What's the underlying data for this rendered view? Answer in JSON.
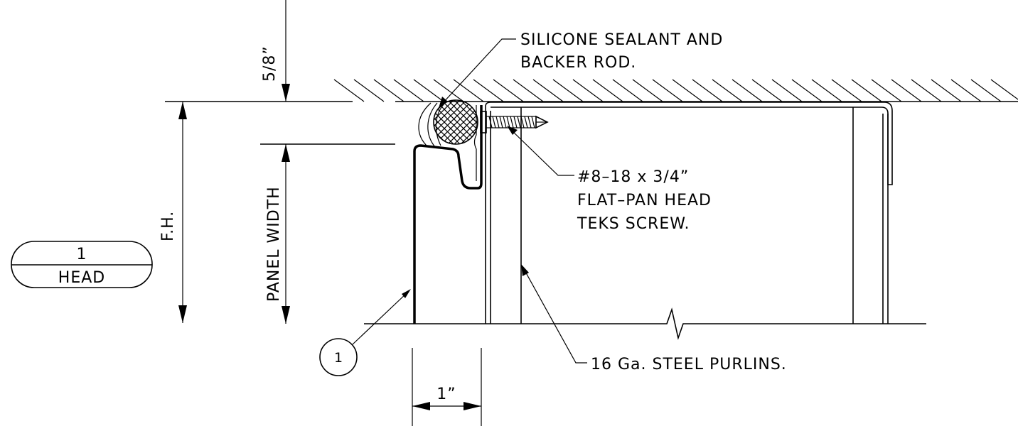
{
  "callouts": {
    "sealant_line1": "SILICONE SEALANT AND",
    "sealant_line2": "BACKER ROD.",
    "screw_line1": "#8–18 x 3/4”",
    "screw_line2": "FLAT–PAN HEAD",
    "screw_line3": "TEKS SCREW.",
    "purlins": "16 Ga. STEEL PURLINS."
  },
  "dimensions": {
    "gap": "5/8”",
    "frame_height": "F.H.",
    "panel_width": "PANEL WIDTH",
    "flange": "1”"
  },
  "detail_tag": {
    "number": "1",
    "title": "HEAD"
  },
  "keynote": {
    "number": "1"
  }
}
